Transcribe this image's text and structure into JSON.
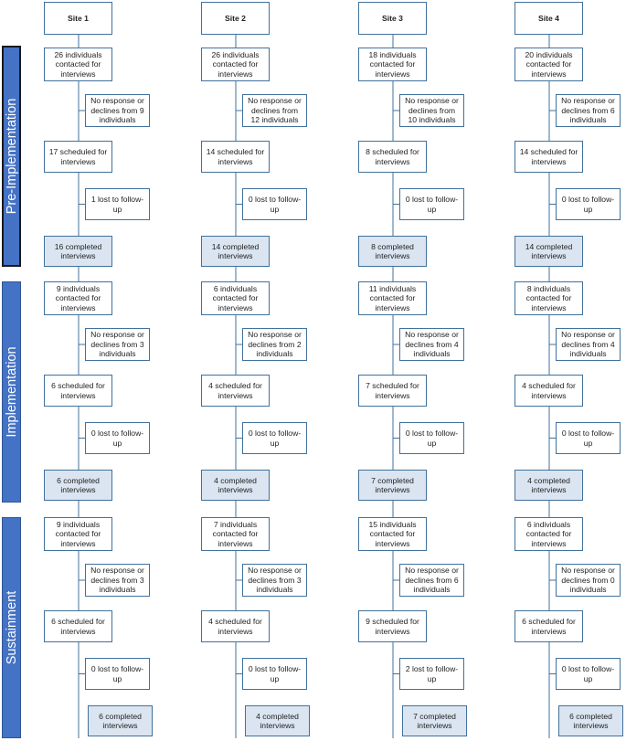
{
  "phases": [
    {
      "label": "Pre-Implementation"
    },
    {
      "label": "Implementation"
    },
    {
      "label": "Sustainment"
    }
  ],
  "sites": [
    {
      "name": "Site 1",
      "phases": [
        {
          "contacted": "26 individuals contacted for interviews",
          "declined": "No response or declines from 9 individuals",
          "scheduled": "17 scheduled for interviews",
          "lost": "1 lost to follow-up",
          "completed": "16 completed interviews"
        },
        {
          "contacted": "9 individuals contacted for interviews",
          "declined": "No response or declines from 3 individuals",
          "scheduled": "6 scheduled for interviews",
          "lost": "0 lost to follow-up",
          "completed": "6 completed interviews"
        },
        {
          "contacted": "9 individuals contacted for interviews",
          "declined": "No response or declines from 3 individuals",
          "scheduled": "6 scheduled for interviews",
          "lost": "0 lost to follow-up",
          "completed": "6 completed interviews"
        }
      ]
    },
    {
      "name": "Site 2",
      "phases": [
        {
          "contacted": "26 individuals contacted for interviews",
          "declined": "No response or declines from 12 individuals",
          "scheduled": "14 scheduled for interviews",
          "lost": "0 lost to follow-up",
          "completed": "14 completed interviews"
        },
        {
          "contacted": "6 individuals contacted for interviews",
          "declined": "No response or declines from 2 individuals",
          "scheduled": "4 scheduled for interviews",
          "lost": "0 lost to follow-up",
          "completed": "4 completed interviews"
        },
        {
          "contacted": "7 individuals contacted for interviews",
          "declined": "No response or declines from 3 individuals",
          "scheduled": "4 scheduled for interviews",
          "lost": "0 lost to follow-up",
          "completed": "4 completed interviews"
        }
      ]
    },
    {
      "name": "Site 3",
      "phases": [
        {
          "contacted": "18 individuals contacted for interviews",
          "declined": "No response or declines from 10 individuals",
          "scheduled": "8 scheduled for interviews",
          "lost": "0 lost to follow-up",
          "completed": "8 completed interviews"
        },
        {
          "contacted": "11 individuals contacted for interviews",
          "declined": "No response or declines from 4 individuals",
          "scheduled": "7 scheduled for interviews",
          "lost": "0 lost to follow-up",
          "completed": "7 completed interviews"
        },
        {
          "contacted": "15 individuals contacted for interviews",
          "declined": "No response or declines from 6 individuals",
          "scheduled": "9 scheduled for interviews",
          "lost": "2 lost to follow-up",
          "completed": "7 completed interviews"
        }
      ]
    },
    {
      "name": "Site 4",
      "phases": [
        {
          "contacted": "20 individuals contacted for interviews",
          "declined": "No response or declines from 6 individuals",
          "scheduled": "14 scheduled for interviews",
          "lost": "0 lost to follow-up",
          "completed": "14 completed interviews"
        },
        {
          "contacted": "8 individuals contacted for interviews",
          "declined": "No response or declines from 4 individuals",
          "scheduled": "4 scheduled for interviews",
          "lost": "0 lost to follow-up",
          "completed": "4 completed interviews"
        },
        {
          "contacted": "6 individuals contacted for interviews",
          "declined": "No response or declines from 0 individuals",
          "scheduled": "6 scheduled for interviews",
          "lost": "0 lost to follow-up",
          "completed": "6 completed interviews"
        }
      ]
    }
  ]
}
